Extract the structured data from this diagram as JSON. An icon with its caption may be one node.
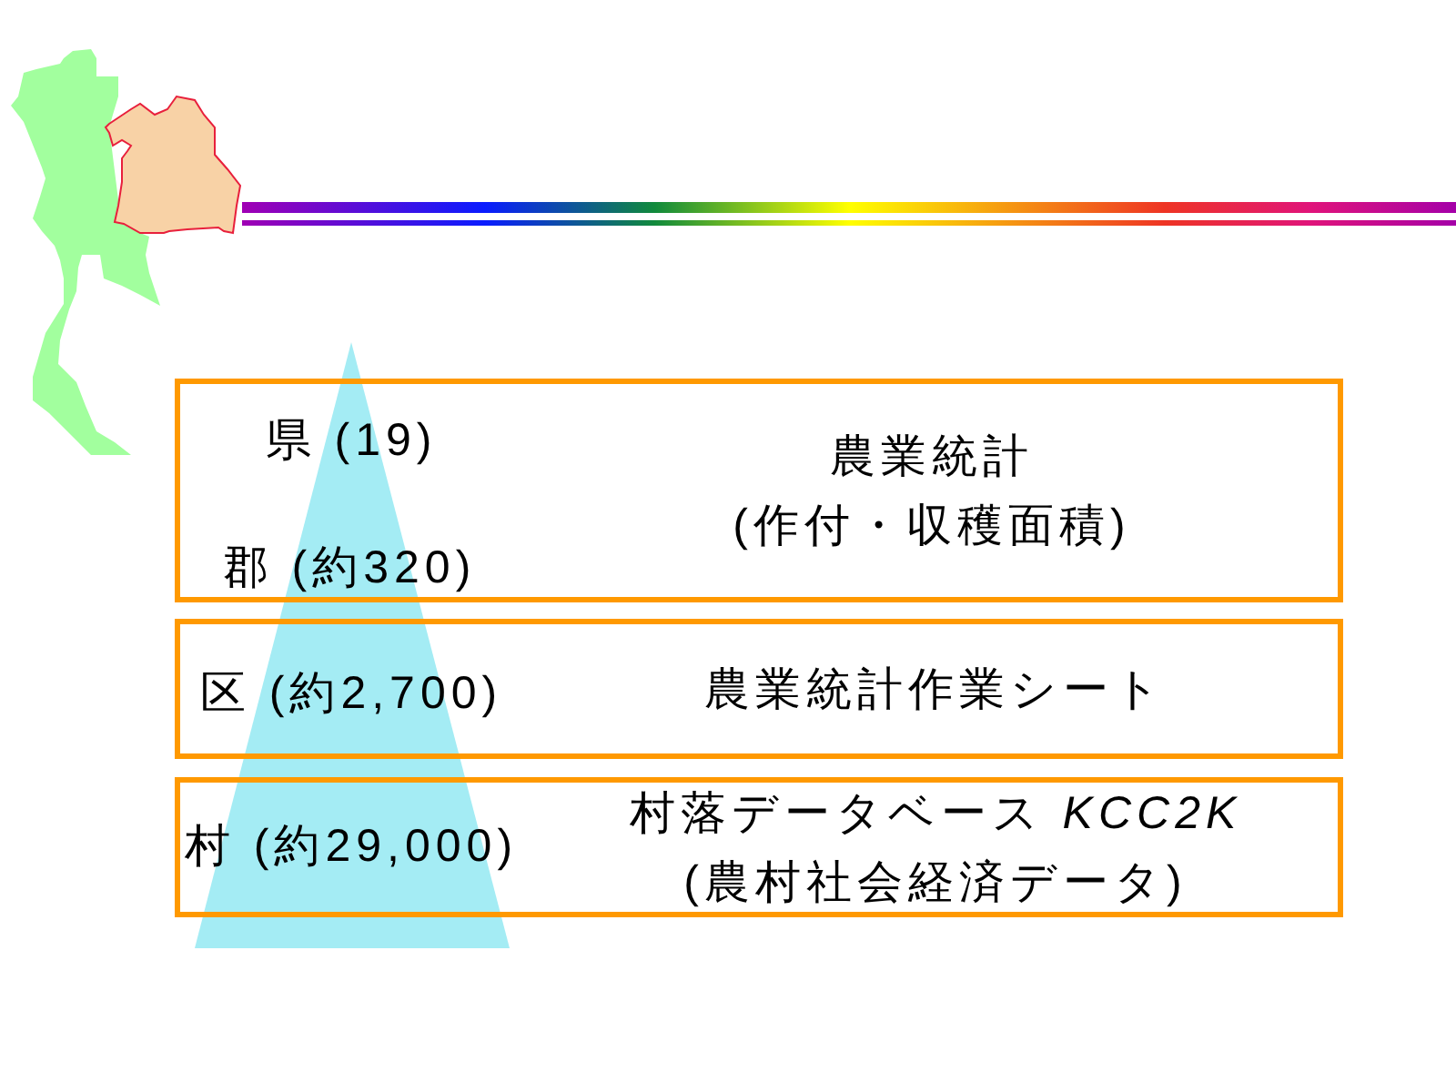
{
  "diagram": {
    "nodes": [
      {
        "text": [
          "県 (19)",
          "郡 (約320)",
          "農業統計 (作付・収穫面積)"
        ]
      },
      {
        "text": [
          "区 (約2,700)",
          "農業統計作業シート"
        ]
      },
      {
        "text": [
          "村 (約29,000)",
          "村落データベース *KCC2K* (農村社会経済データ)"
        ]
      }
    ]
  }
}
